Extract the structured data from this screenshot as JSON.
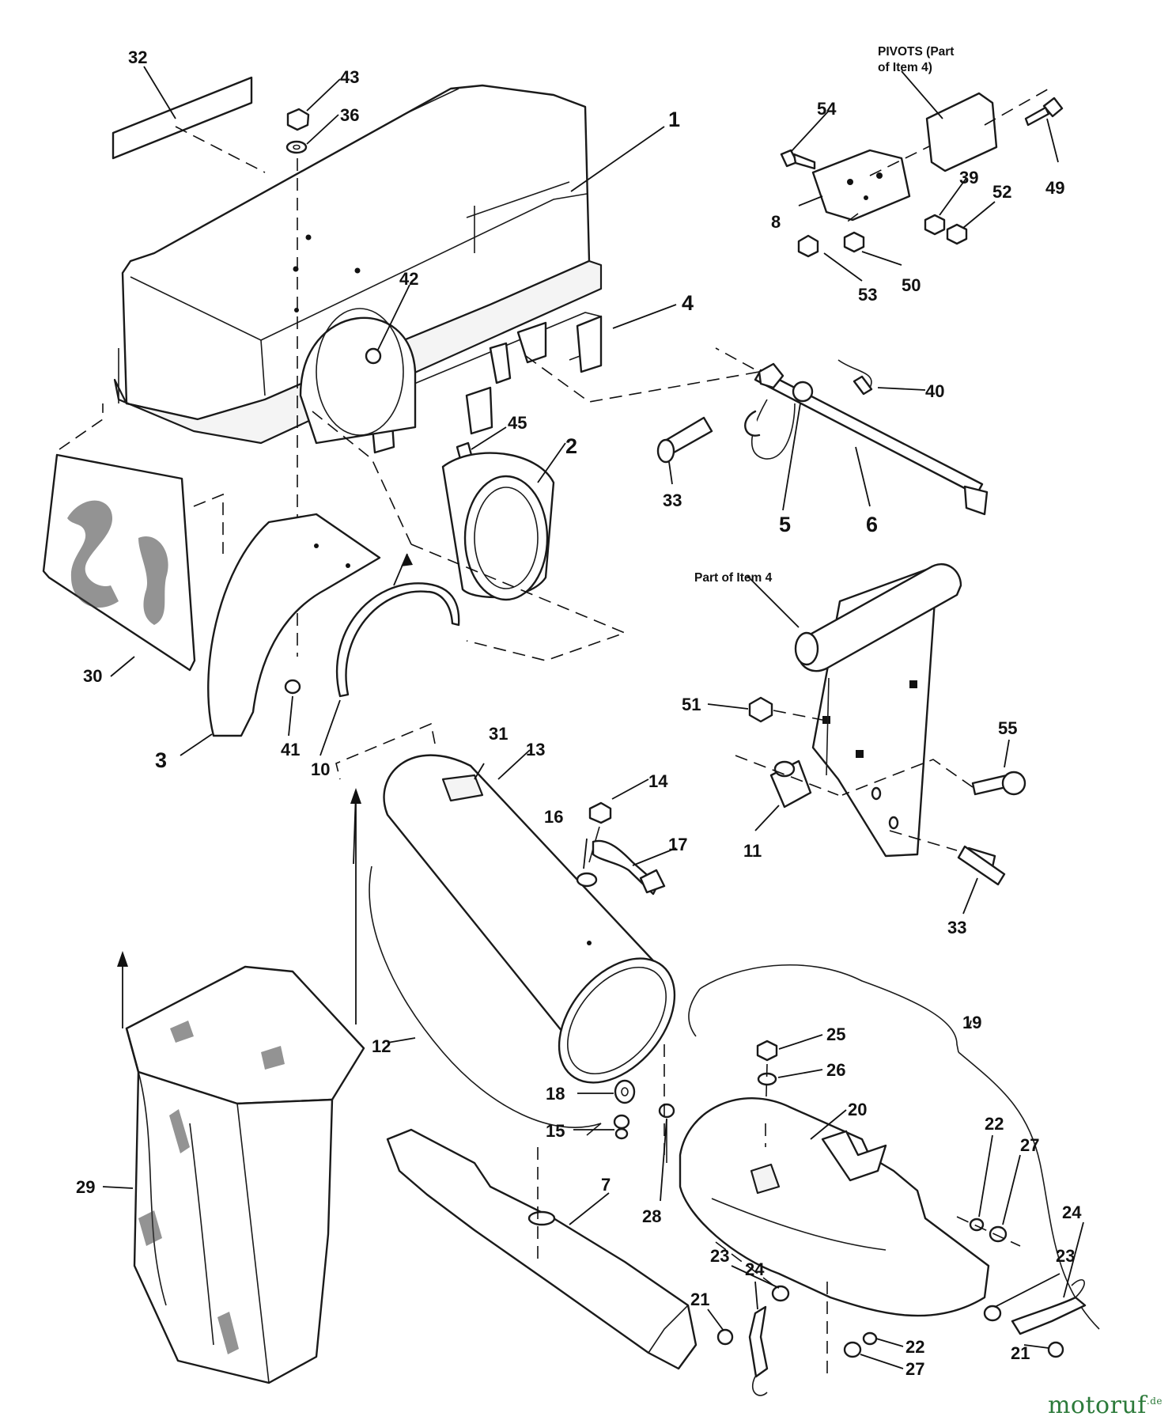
{
  "labels": {
    "p1": "1",
    "p2": "2",
    "p3": "3",
    "p4": "4",
    "p5": "5",
    "p6": "6",
    "p7": "7",
    "p8": "8",
    "p10": "10",
    "p11": "11",
    "p12": "12",
    "p13": "13",
    "p14": "14",
    "p15": "15",
    "p16": "16",
    "p17": "17",
    "p18": "18",
    "p19": "19",
    "p20": "20",
    "p21a": "21",
    "p21b": "21",
    "p22a": "22",
    "p22b": "22",
    "p23a": "23",
    "p23b": "23",
    "p24a": "24",
    "p24b": "24",
    "p25": "25",
    "p26": "26",
    "p27a": "27",
    "p27b": "27",
    "p28": "28",
    "p29": "29",
    "p30": "30",
    "p31": "31",
    "p32": "32",
    "p33a": "33",
    "p33b": "33",
    "p36": "36",
    "p39": "39",
    "p40": "40",
    "p41": "41",
    "p42": "42",
    "p43": "43",
    "p45": "45",
    "p49": "49",
    "p50": "50",
    "p51": "51",
    "p52": "52",
    "p53": "53",
    "p54": "54",
    "p55": "55"
  },
  "notes": {
    "pivots_line1": "PIVOTS (Part",
    "pivots_line2": "of Item 4)",
    "part_of_item4": "Part of Item 4"
  },
  "watermark": {
    "text": "motoruf",
    "suffix": ".de"
  }
}
